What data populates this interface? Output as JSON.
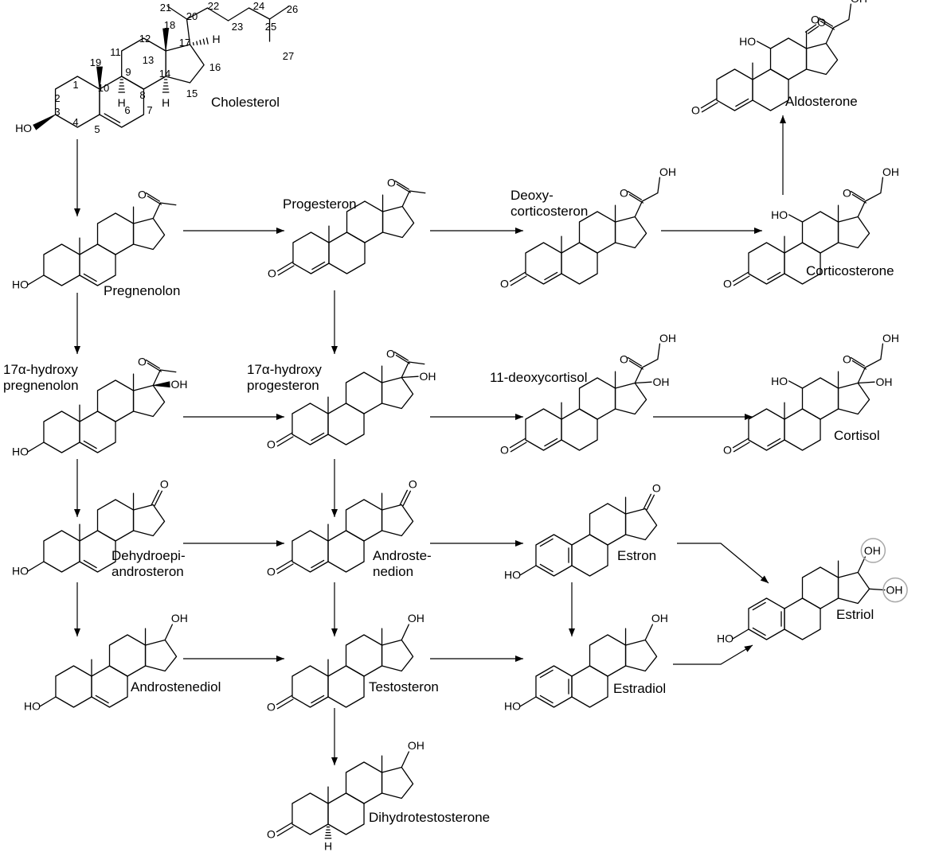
{
  "compounds": {
    "cholesterol": "Cholesterol",
    "pregnenolon": "Pregnenolon",
    "progesteron": "Progesteron",
    "deoxycorticosteron": "Deoxy-\ncorticosteron",
    "corticosterone": "Corticosterone",
    "aldosterone": "Aldosterone",
    "hydroxypregnenolon": "17α-hydroxy\npregnenolon",
    "hydroxyprogesteron": "17α-hydroxy\nprogesteron",
    "deoxycortisol": "11-deoxycortisol",
    "cortisol": "Cortisol",
    "dhea": "Dehydroepi-\nandrosteron",
    "androstenedion": "Androste-\nnedion",
    "estron": "Estron",
    "estriol": "Estriol",
    "androstenediol": "Androstenediol",
    "testosteron": "Testosteron",
    "estradiol": "Estradiol",
    "dht": "Dihydrotestosterone"
  },
  "atoms": {
    "ho": "HO",
    "oh": "OH",
    "o": "O",
    "h": "H"
  },
  "carbon_numbers": [
    "1",
    "2",
    "3",
    "4",
    "5",
    "6",
    "7",
    "8",
    "9",
    "10",
    "11",
    "12",
    "13",
    "14",
    "15",
    "16",
    "17",
    "18",
    "19",
    "20",
    "21",
    "22",
    "23",
    "24",
    "25",
    "26",
    "27"
  ],
  "colors": {
    "ink": "#000000",
    "highlight_circle": "#a8a8a8",
    "background": "#ffffff"
  }
}
